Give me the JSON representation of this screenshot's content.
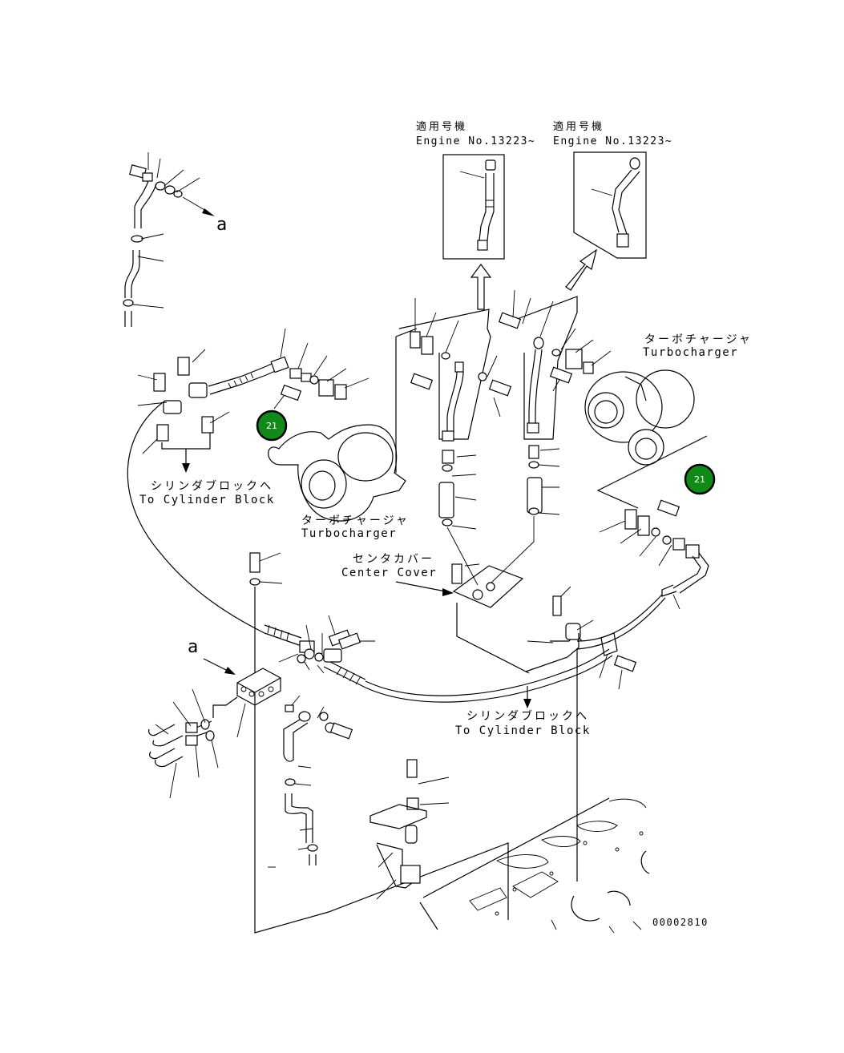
{
  "labels": {
    "engine_note_left_jp": "適用号機",
    "engine_note_left_en": "Engine No.13223~",
    "engine_note_right_jp": "適用号機",
    "engine_note_right_en": "Engine No.13223~",
    "turbo_right_jp": "ターボチャージャ",
    "turbo_right_en": "Turbocharger",
    "turbo_center_jp": "ターボチャージャ",
    "turbo_center_en": "Turbocharger",
    "cyl_left_jp": "シリンダブロックへ",
    "cyl_left_en": "To Cylinder Block",
    "cyl_bottom_jp": "シリンダブロックへ",
    "cyl_bottom_en": "To Cylinder Block",
    "center_cover_jp": "センタカバー",
    "center_cover_en": "Center Cover",
    "ref_a_top": "a",
    "ref_a_mid": "a",
    "drawing_number": "00002810"
  },
  "callouts": [
    {
      "number": "21"
    },
    {
      "number": "21"
    }
  ]
}
